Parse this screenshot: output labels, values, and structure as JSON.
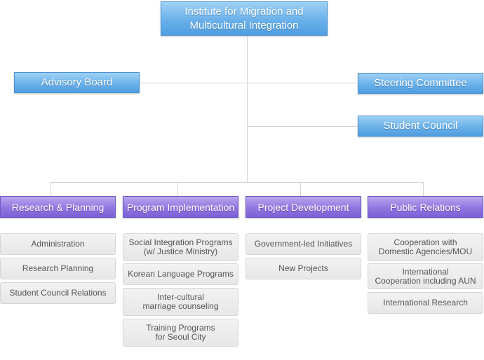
{
  "top": {
    "label": "Institute for Migration and\nMulticultural Integration"
  },
  "advisory": {
    "label": "Advisory Board"
  },
  "steering": {
    "label": "Steering Committee"
  },
  "student_council": {
    "label": "Student Council"
  },
  "departments": [
    {
      "label": "Research & Planning",
      "items": [
        "Administration",
        "Research Planning",
        "Student Council Relations"
      ]
    },
    {
      "label": "Program Implementation",
      "items": [
        "Social Integration Programs\n(w/ Justice Ministry)",
        "Korean Language Programs",
        "Inter-cultural\nmarriage counseling",
        "Training Programs\nfor Seoul City"
      ]
    },
    {
      "label": "Project Development",
      "items": [
        "Government-led Initiatives",
        "New Projects"
      ]
    },
    {
      "label": "Public Relations",
      "items": [
        "Cooperation with\nDomestic Agencies/MOU",
        "International\nCooperation including AUN",
        "International Research"
      ]
    }
  ]
}
